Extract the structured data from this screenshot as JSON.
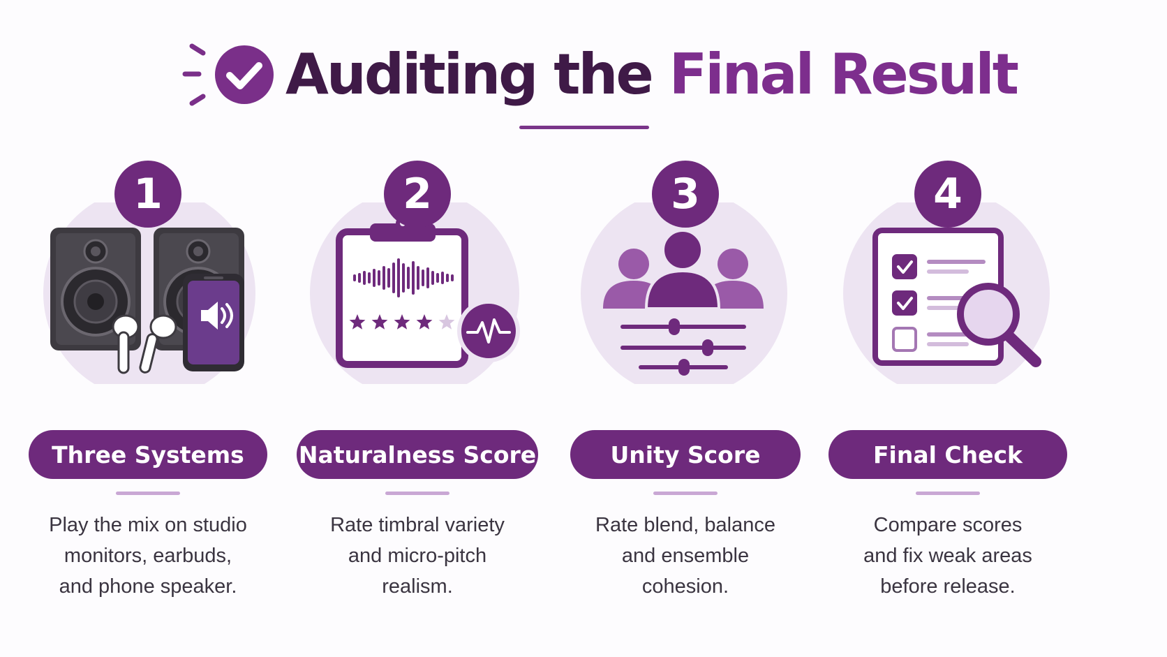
{
  "header": {
    "title_dark": "Auditing the",
    "title_accent": "Final Result"
  },
  "colors": {
    "primary": "#6e2a7c",
    "primary_light": "#ede4f2",
    "accent_light": "#c9a7d4",
    "title_dark": "#3f1a47",
    "title_accent": "#7d2e8d",
    "body_text": "#3a3440"
  },
  "steps": [
    {
      "number": "1",
      "title": "Three Systems",
      "lines": [
        "Play the mix on studio",
        "monitors, earbuds,",
        "and phone speaker."
      ],
      "icon": "speakers-earbuds-phone-icon"
    },
    {
      "number": "2",
      "title": "Naturalness Score",
      "lines": [
        "Rate timbral variety",
        "and micro-pitch",
        "realism."
      ],
      "icon": "clipboard-waveform-rating-icon",
      "rating": 4,
      "rating_max": 5
    },
    {
      "number": "3",
      "title": "Unity Score",
      "lines": [
        "Rate blend, balance",
        "and ensemble",
        "cohesion."
      ],
      "icon": "group-sliders-icon"
    },
    {
      "number": "4",
      "title": "Final Check",
      "lines": [
        "Compare scores",
        "and fix weak areas",
        "before release."
      ],
      "icon": "checklist-magnifier-icon",
      "checked_items": 2,
      "total_items": 3
    }
  ]
}
